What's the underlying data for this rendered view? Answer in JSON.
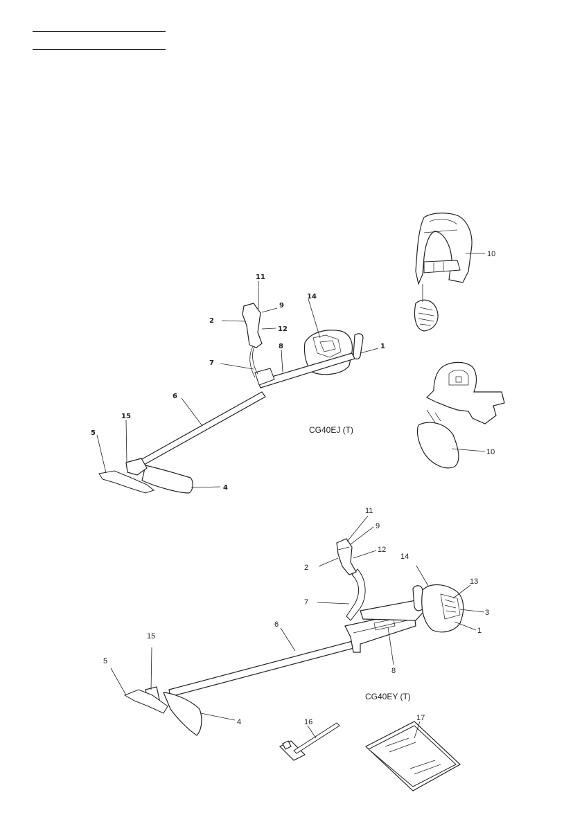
{
  "models": {
    "top": "CG40EJ (T)",
    "bottom": "CG40EY (T)"
  },
  "callouts": {
    "top": [
      "11",
      "9",
      "2",
      "12",
      "14",
      "8",
      "1",
      "7",
      "6",
      "15",
      "5",
      "4"
    ],
    "harness_upper": [
      "10"
    ],
    "harness_lower": [
      "10"
    ],
    "bottom": [
      "11",
      "9",
      "12",
      "2",
      "14",
      "13",
      "3",
      "1",
      "7",
      "6",
      "8",
      "15",
      "5",
      "4",
      "16",
      "17"
    ]
  }
}
